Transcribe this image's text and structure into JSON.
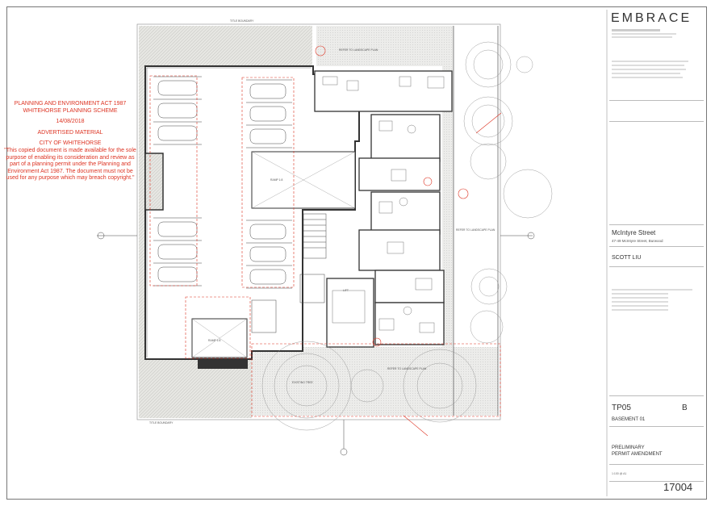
{
  "logo": "EMBRACE",
  "stamp": {
    "line1": "PLANNING AND ENVIRONMENT ACT 1987",
    "line2": "WHITEHORSE PLANNING SCHEME",
    "date": "14/08/2018",
    "status": "ADVERTISED MATERIAL",
    "council": "CITY OF WHITEHORSE",
    "body": "\"This copied document is made available for the sole purpose of enabling its consideration and review as part of a planning permit under the Planning and Environment Act 1987. The document must not be used for any purpose which may breach copyright.\""
  },
  "title_block": {
    "project_name": "McIntyre Street",
    "project_address": "47-49 McIntyre Street, Burwood",
    "client": "SCOTT LIU",
    "drawing_number": "TP05",
    "revision": "B",
    "drawing_title": "BASEMENT 01",
    "status_line1": "PRELIMINARY",
    "status_line2": "PERMIT AMENDMENT",
    "scale": "1:100 @ A1",
    "job_number": "17004"
  },
  "plan_labels": {
    "ref_landscape_top": "REFER TO LANDSCAPE PLAN",
    "ref_landscape_mid": "REFER TO LANDSCAPE PLAN",
    "ref_landscape_bottom": "REFER TO LANDSCAPE PLAN",
    "ramp_top": "RAMP 1:8",
    "ramp_bottom": "RAMP 1:8",
    "lift": "LIFT",
    "tree_note": "EXISTING TREE",
    "boundary_top": "TITLE BOUNDARY",
    "boundary_bottom": "TITLE BOUNDARY"
  },
  "colors": {
    "stamp_red": "#dd3322",
    "hatch_gray": "#d9d9d4",
    "line_dark": "#333333"
  }
}
